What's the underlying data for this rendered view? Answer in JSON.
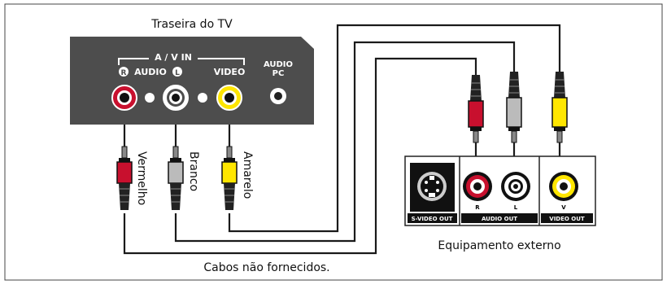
{
  "labels": {
    "tv_back": "Traseira do TV",
    "external": "Equipamento externo",
    "cables_note": "Cabos não fornecidos.",
    "red": "Vermelho",
    "white": "Branco",
    "yellow": "Amarelo"
  },
  "tv_panel": {
    "av_in": "A / V IN",
    "audio_r_badge": "R",
    "audio": "AUDIO",
    "audio_l_badge": "L",
    "video": "VIDEO",
    "audio_pc_1": "AUDIO",
    "audio_pc_2": "PC"
  },
  "device_panel": {
    "svideo_out": "S-VIDEO OUT",
    "audio_out": "AUDIO OUT",
    "video_out": "VIDEO OUT",
    "r": "R",
    "l": "L",
    "v": "V"
  },
  "colors": {
    "red": "#c8102e",
    "white": "#ffffff",
    "yellow": "#ffe600",
    "panel": "#4d4d4d",
    "border": "#222222"
  }
}
